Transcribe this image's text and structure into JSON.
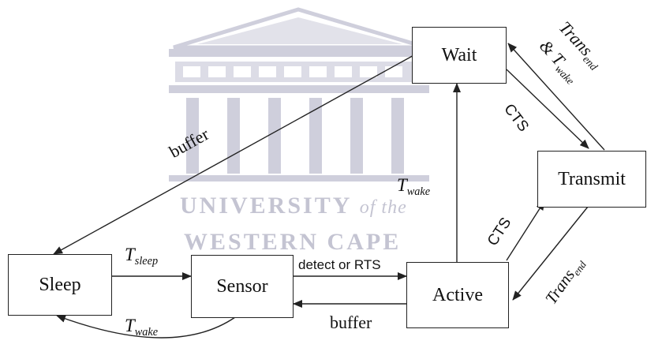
{
  "watermark": {
    "line1": "UNIVERSITY",
    "line1_suffix": "of the",
    "line2": "WESTERN CAPE",
    "color": "#c4c4d2"
  },
  "states": {
    "wait": "Wait",
    "transmit": "Transmit",
    "sleep": "Sleep",
    "sensor": "Sensor",
    "active": "Active"
  },
  "transitions": {
    "wait_to_sleep": "buffer",
    "sleep_to_sensor": {
      "base": "T",
      "sub": "sleep"
    },
    "sensor_to_sleep": {
      "base": "T",
      "sub": "wake"
    },
    "sensor_to_active": "detect or RTS",
    "active_to_sensor": "buffer",
    "active_to_wait": {
      "base": "T",
      "sub": "wake"
    },
    "active_to_transmit": "CTS",
    "wait_to_transmit": "CTS",
    "transmit_to_wait": {
      "line1_base": "Trans",
      "line1_sub": "end",
      "line2_prefix": "& T",
      "line2_sub": "wake"
    },
    "transmit_to_active": {
      "base": "Trans",
      "sub": "end"
    }
  },
  "colors": {
    "stroke": "#222222",
    "text": "#111111"
  }
}
